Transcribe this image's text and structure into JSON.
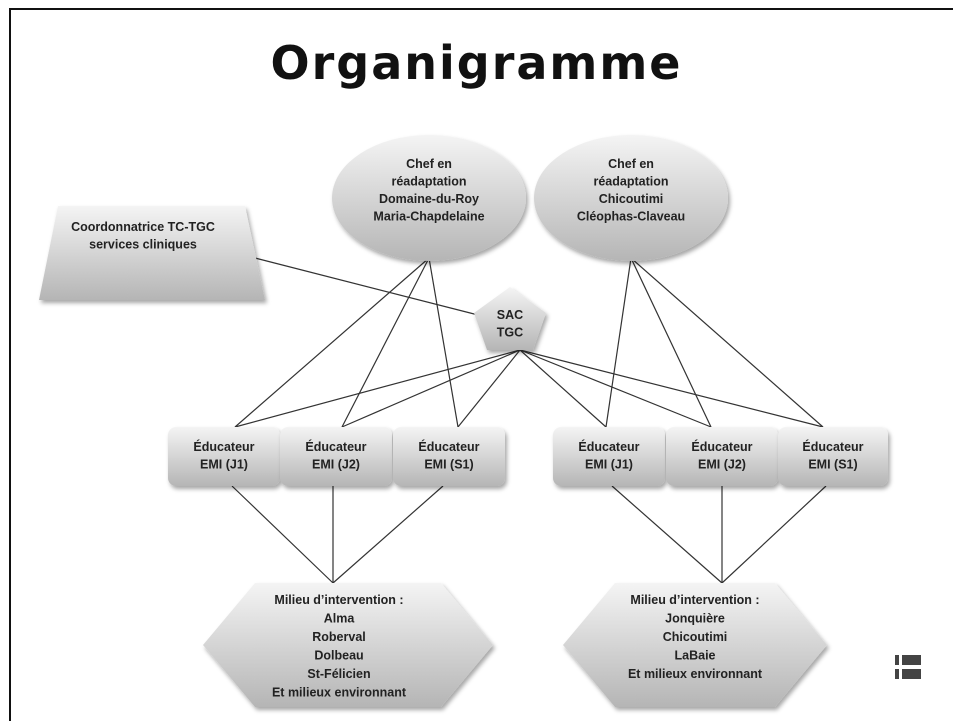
{
  "title": "Organigramme",
  "nodes": {
    "chef1": [
      "Chef en",
      "réadaptation",
      "Domaine-du-Roy",
      "Maria-Chapdelaine"
    ],
    "chef2": [
      "Chef en",
      "réadaptation",
      "Chicoutimi",
      "Cléophas-Claveau"
    ],
    "coord": [
      "Coordonnatrice TC-TGC",
      "services cliniques"
    ],
    "sac": [
      "SAC",
      "TGC"
    ],
    "edu_l1": [
      "Éducateur",
      "EMI (J1)"
    ],
    "edu_l2": [
      "Éducateur",
      "EMI (J2)"
    ],
    "edu_l3": [
      "Éducateur",
      "EMI (S1)"
    ],
    "edu_r1": [
      "Éducateur",
      "EMI (J1)"
    ],
    "edu_r2": [
      "Éducateur",
      "EMI (J2)"
    ],
    "edu_r3": [
      "Éducateur",
      "EMI (S1)"
    ],
    "milieu_left": [
      "Milieu d’intervention :",
      "Alma",
      "Roberval",
      "Dolbeau",
      "St-Félicien",
      "Et milieux environnant"
    ],
    "milieu_right": [
      "Milieu d’intervention :",
      "Jonquière",
      "Chicoutimi",
      "LaBaie",
      "Et milieux environnant"
    ]
  },
  "colors": {
    "node_fill_top": "#f2f2f2",
    "node_fill_bottom": "#b8b8b8",
    "line": "#333333"
  }
}
